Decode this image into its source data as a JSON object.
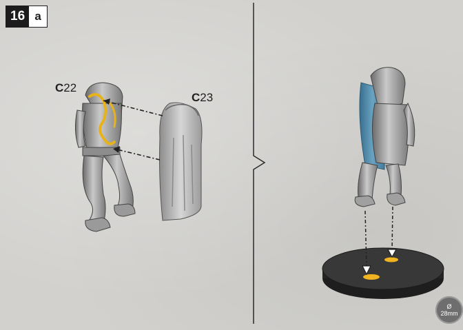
{
  "step": {
    "number": "16",
    "sub": "a"
  },
  "parts": [
    {
      "prefix": "C",
      "num": "22"
    },
    {
      "prefix": "C",
      "num": "23"
    }
  ],
  "base": {
    "diameter_symbol": "Ø",
    "size": "28mm"
  },
  "colors": {
    "highlight": "#e8b21a",
    "cloak_assembled": "#4f86a6",
    "base_top": "#2d2d2d",
    "peg": "#f0b321"
  }
}
